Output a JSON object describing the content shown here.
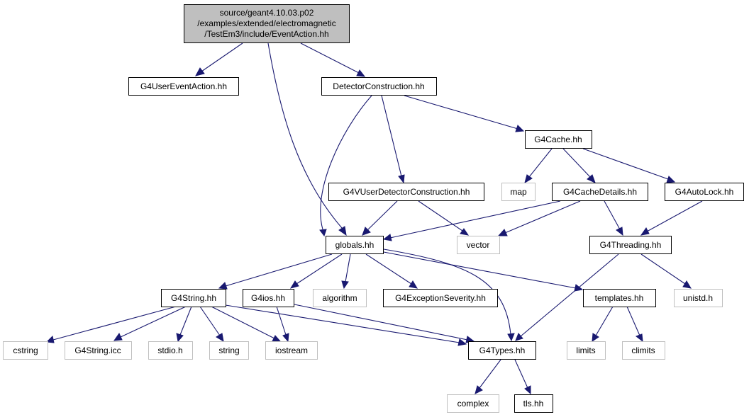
{
  "main_node": {
    "label_lines": [
      "source/geant4.10.03.p02",
      "/examples/extended/electromagnetic",
      "/TestEm3/include/EventAction.hh"
    ]
  },
  "nodes": {
    "g4usereventaction": "G4UserEventAction.hh",
    "detectorconstruction": "DetectorConstruction.hh",
    "g4cache": "G4Cache.hh",
    "g4vuserdetectorconstruction": "G4VUserDetectorConstruction.hh",
    "map": "map",
    "g4cachedetails": "G4CacheDetails.hh",
    "g4autolock": "G4AutoLock.hh",
    "globals": "globals.hh",
    "vector": "vector",
    "g4threading": "G4Threading.hh",
    "g4string": "G4String.hh",
    "g4ios": "G4ios.hh",
    "algorithm": "algorithm",
    "g4exceptionseverity": "G4ExceptionSeverity.hh",
    "templates": "templates.hh",
    "unistd": "unistd.h",
    "cstring": "cstring",
    "g4stringicc": "G4String.icc",
    "stdio": "stdio.h",
    "string": "string",
    "iostream": "iostream",
    "g4types": "G4Types.hh",
    "limits": "limits",
    "climits": "climits",
    "complex": "complex",
    "tls": "tls.hh"
  },
  "colors": {
    "edge": "#191970",
    "main_fill": "#bfbfbf",
    "documented_border": "#000000",
    "external_border": "#bfbfbf"
  }
}
